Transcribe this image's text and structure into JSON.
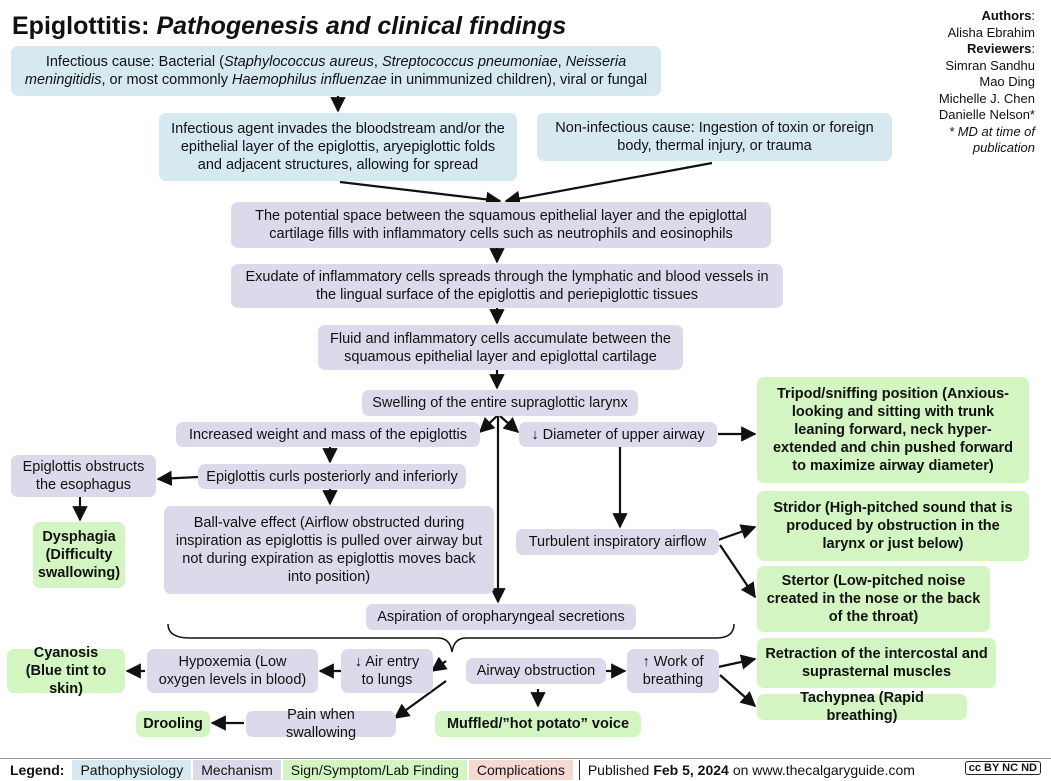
{
  "title": {
    "main": "Epiglottitis:",
    "sub": "Pathogenesis and clinical findings"
  },
  "authors": {
    "authors_label": "Authors",
    "author": "Alisha Ebrahim",
    "reviewers_label": "Reviewers",
    "reviewers": [
      "Simran Sandhu",
      "Mao Ding",
      "Michelle J. Chen",
      "Danielle Nelson*"
    ],
    "note": "* MD at time of publication"
  },
  "nodes": {
    "infectious_cause": {
      "prefix": "Infectious cause: Bacterial (",
      "org1": "Staphylococcus aureus",
      "sep1": ", ",
      "org2": "Streptococcus pneumoniae",
      "sep2": ", ",
      "org3": "Neisseria meningitidis",
      "mid": ", or most commonly ",
      "org4": "Haemophilus influenzae",
      "suffix": " in unimmunized children), viral or fungal"
    },
    "invades": "Infectious agent invades the bloodstream and/or the epithelial layer of the epiglottis, aryepiglottic folds and adjacent structures, allowing for spread",
    "non_infectious": "Non-infectious cause: Ingestion of toxin or foreign body, thermal injury, or trauma",
    "potential_space": "The potential space between the squamous epithelial layer and the epiglottal cartilage fills with inflammatory cells such as neutrophils and eosinophils",
    "exudate": "Exudate of inflammatory cells spreads through the lymphatic and blood vessels in the lingual surface of the epiglottis and periepiglottic tissues",
    "fluid": "Fluid and inflammatory cells accumulate between the squamous epithelial layer and epiglottal cartilage",
    "swelling": "Swelling of the entire supraglottic larynx",
    "increased_weight": "Increased weight and mass of the epiglottis",
    "diameter": "↓ Diameter of upper airway",
    "curls": "Epiglottis curls posteriorly and inferiorly",
    "obstructs_esophagus": "Epiglottis obstructs the esophagus",
    "dysphagia": "Dysphagia (Difficulty swallowing)",
    "ball_valve": "Ball-valve effect (Airflow obstructed during inspiration as epiglottis is pulled over airway but not during expiration as epiglottis moves back into position)",
    "turbulent": "Turbulent inspiratory airflow",
    "aspiration": "Aspiration of oropharyngeal secretions",
    "tripod": "Tripod/sniffing position (Anxious-looking and sitting with trunk leaning forward, neck hyper-extended and chin pushed forward to maximize airway diameter)",
    "stridor": "Stridor (High-pitched sound that is produced by obstruction in the larynx or just below)",
    "stertor": "Stertor (Low-pitched noise created in the nose or the back of the throat)",
    "retraction": "Retraction of the intercostal and suprasternal muscles",
    "tachypnea": "Tachypnea (Rapid breathing)",
    "cyanosis": "Cyanosis (Blue tint to skin)",
    "hypoxemia": "Hypoxemia (Low oxygen levels in blood)",
    "air_entry": "↓ Air entry to lungs",
    "airway_obstruction": "Airway obstruction",
    "work_breathing": "↑ Work of breathing",
    "drooling": "Drooling",
    "pain_swallowing": "Pain when swallowing",
    "muffled": "Muffled/”hot potato” voice"
  },
  "legend": {
    "label": "Legend:",
    "items": [
      "Pathophysiology",
      "Mechanism",
      "Sign/Symptom/Lab Finding",
      "Complications"
    ],
    "published_prefix": "Published",
    "published_date": "Feb 5, 2024",
    "published_suffix": "on www.thecalgaryguide.com",
    "license": "cc BY NC ND"
  },
  "colors": {
    "pathophysiology": "#d6e8f0",
    "mechanism": "#dcdaea",
    "sign": "#d2f5c2",
    "complications": "#f7d9d3"
  }
}
